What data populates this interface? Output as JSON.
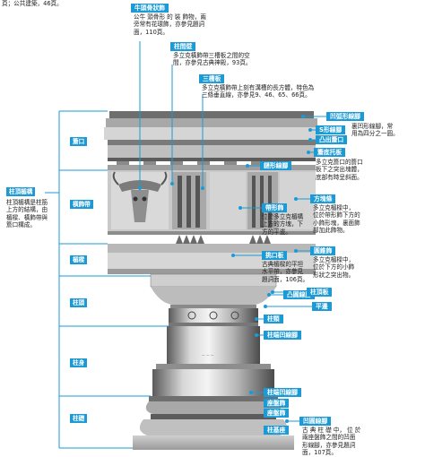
{
  "top_note": "頁；公共建築，46頁。",
  "left_sections": {
    "cornice": "簷口",
    "frieze": "橫飾帶",
    "architrave": "楣樑",
    "capital": "柱頭",
    "shaft": "柱身",
    "base": "柱礎"
  },
  "entablature": {
    "title": "柱頂楣構",
    "desc": [
      "柱頂楣構是柱筋",
      "上方的結構，由",
      "楣樑、橫飾帶與",
      "簷口構成。"
    ]
  },
  "bucranium": {
    "title": "牛頭骨狀飾",
    "desc": [
      "公牛 頭骨形 的 裝 飾物，兩",
      "旁常有花環飾，亦參見題詞",
      "面，110頁。"
    ]
  },
  "metope": {
    "title": "柱間壁",
    "desc": [
      "多立克橫飾帶三槽板之間的空",
      "間，亦參見古典神殿，93頁。"
    ]
  },
  "triglyph": {
    "title": "三槽板",
    "desc": [
      "多立克橫飾帶上刻有溝槽的長方體，特色為",
      "三條垂直線，亦參見9、46、65、66頁。"
    ]
  },
  "right_labels": {
    "ovolo": "凹弧形線腳",
    "ovolo_desc": [
      "裏凹形線腳，常",
      "用為四分之一圓。"
    ],
    "cyma": "S形線腳",
    "corona": "凸出簷口",
    "mutule": "簷底托板",
    "mutule_desc": [
      "多立克簷口的簷口",
      "板下之突出塊體，",
      "底部有時呈斜面。"
    ],
    "cavetto": "鏈形線腳",
    "taenia": "方塊條",
    "taenia_desc": [
      "多立克楣樑中，",
      "位於帶形飾下方的",
      "小飾形塊，裏面飾",
      "部加此飾物。"
    ],
    "regula": "帶形飾",
    "regula_desc": [
      "位於多立克楣構",
      "上方的方塊，下",
      "方的平邊。"
    ],
    "guttae": "圓錐飾",
    "guttae_desc": [
      "多立克楣樑中，",
      "位於下方的小飾",
      "形狀之突出物。"
    ],
    "fascia": "挑口板",
    "fascia_desc": [
      "古典楣樑的平坦",
      "水平帶，亦參見",
      "題詞面，106頁。"
    ],
    "echinus": "凸圓線腳",
    "abacus": "柱頂板",
    "fillet": "平邊",
    "neck": "柱頸",
    "astragal": "柱端凹線腳",
    "base_astragal": "柱端凹線腳",
    "torus": "座盤飾",
    "scotia": "凹圓線腳",
    "scotia_desc": [
      "古 典 柱 礎 中， 位 於",
      "兩座盤飾之間的凹面",
      "形線腳，亦參見題詞",
      "面，107頁。"
    ],
    "plinth": "柱基座"
  },
  "colors": {
    "accent": "#1b9ad6"
  }
}
